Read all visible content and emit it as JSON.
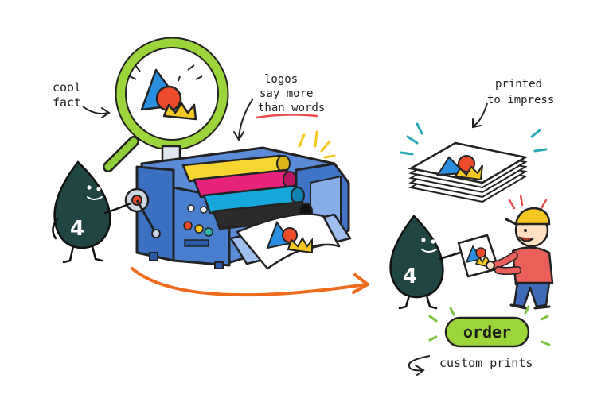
{
  "annotations": {
    "cool_fact_line1": "cool",
    "cool_fact_line2": "fact",
    "logos_line1": "logos",
    "logos_line2": "say more",
    "logos_line3": "than words",
    "printed_line1": "printed",
    "printed_line2": "to impress"
  },
  "cta": {
    "order_label": "order",
    "custom_prints_label": "custom prints"
  },
  "mascot": {
    "number": "4",
    "color": "#1f4642"
  },
  "colors": {
    "accent_green": "#9bd53a",
    "arrow_orange": "#ee6a1c",
    "underline_red": "#e84c4c",
    "press_blue": "#3f74c9",
    "spark_teal": "#27a9b6",
    "spark_yellow": "#f4c721"
  },
  "icons": {
    "magnifier": "magnifying-glass-icon",
    "press": "printing-press-icon",
    "stack": "paper-stack-icon"
  }
}
